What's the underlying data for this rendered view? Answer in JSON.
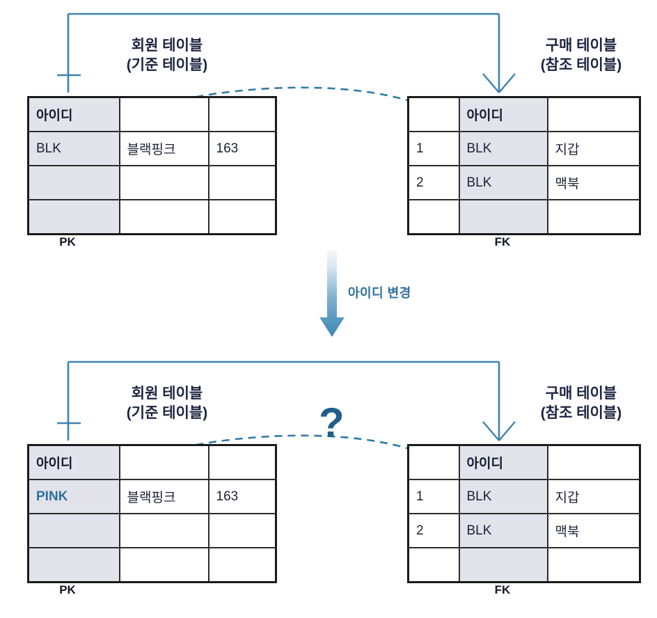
{
  "diagram": {
    "title_hidden": "Foreign key reference broken when PK changes",
    "background": "#ffffff",
    "accent_blue": "#3d82b0",
    "dashed_blue": "#2f7ba8",
    "key_cell_fill": "#e3e3ec",
    "text_navy": "#1b2340",
    "pink_value_color": "#2f6f9e"
  },
  "top": {
    "left_table": {
      "title_line1": "회원 테이블",
      "title_line2": "(기준 테이블)",
      "key_label": "PK",
      "rows": [
        [
          "아이디",
          "",
          ""
        ],
        [
          "BLK",
          "블랙핑크",
          "163"
        ],
        [
          "",
          "",
          ""
        ],
        [
          "",
          "",
          ""
        ]
      ]
    },
    "right_table": {
      "title_line1": "구매 테이블",
      "title_line2": "(참조 테이블)",
      "key_label": "FK",
      "rows": [
        [
          "",
          "아이디",
          ""
        ],
        [
          "1",
          "BLK",
          "지갑"
        ],
        [
          "2",
          "BLK",
          "맥북"
        ],
        [
          "",
          "",
          ""
        ]
      ]
    }
  },
  "transition": {
    "label": "아이디 변경",
    "arrow_icon": "down-arrow-icon"
  },
  "bottom": {
    "left_table": {
      "title_line1": "회원 테이블",
      "title_line2": "(기준 테이블)",
      "key_label": "PK",
      "rows": [
        [
          "아이디",
          "",
          ""
        ],
        [
          "PINK",
          "블랙핑크",
          "163"
        ],
        [
          "",
          "",
          ""
        ],
        [
          "",
          "",
          ""
        ]
      ]
    },
    "right_table": {
      "title_line1": "구매 테이블",
      "title_line2": "(참조 테이블)",
      "key_label": "FK",
      "rows": [
        [
          "",
          "아이디",
          ""
        ],
        [
          "1",
          "BLK",
          "지갑"
        ],
        [
          "2",
          "BLK",
          "맥북"
        ],
        [
          "",
          "",
          ""
        ]
      ]
    },
    "question_mark": "?"
  }
}
